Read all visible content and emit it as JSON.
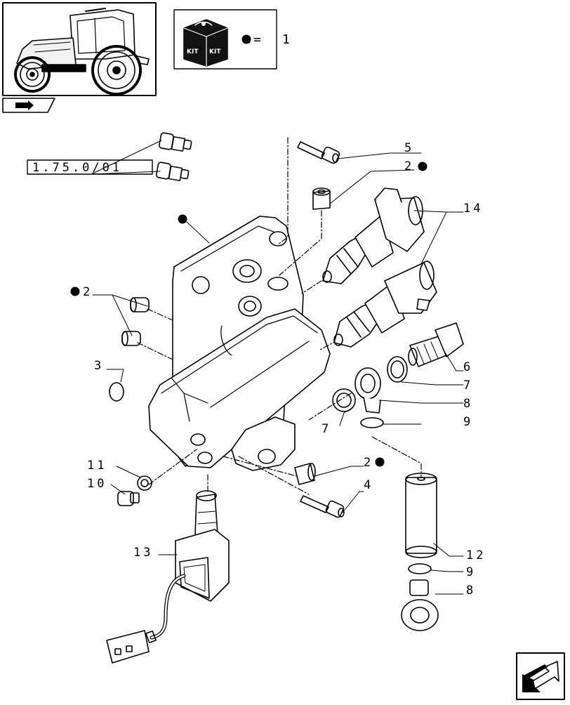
{
  "header": {
    "ref_code": "1.75.0/01",
    "kit_equals": "=",
    "kit_number": "1",
    "kit_word": "KIT"
  },
  "callouts": [
    {
      "id": "c5",
      "text": "5"
    },
    {
      "id": "c2a",
      "text": "2"
    },
    {
      "id": "c14",
      "text": "14"
    },
    {
      "id": "c2b",
      "text": "2"
    },
    {
      "id": "c3",
      "text": "3"
    },
    {
      "id": "c6",
      "text": "6"
    },
    {
      "id": "c7a",
      "text": "7"
    },
    {
      "id": "c8a",
      "text": "8"
    },
    {
      "id": "c7b",
      "text": "7"
    },
    {
      "id": "c9a",
      "text": "9"
    },
    {
      "id": "c11",
      "text": "11"
    },
    {
      "id": "c10",
      "text": "10"
    },
    {
      "id": "c2c",
      "text": "2"
    },
    {
      "id": "c4",
      "text": "4"
    },
    {
      "id": "c13",
      "text": "13"
    },
    {
      "id": "c12",
      "text": "12"
    },
    {
      "id": "c9b",
      "text": "9"
    },
    {
      "id": "c8b",
      "text": "8"
    }
  ]
}
